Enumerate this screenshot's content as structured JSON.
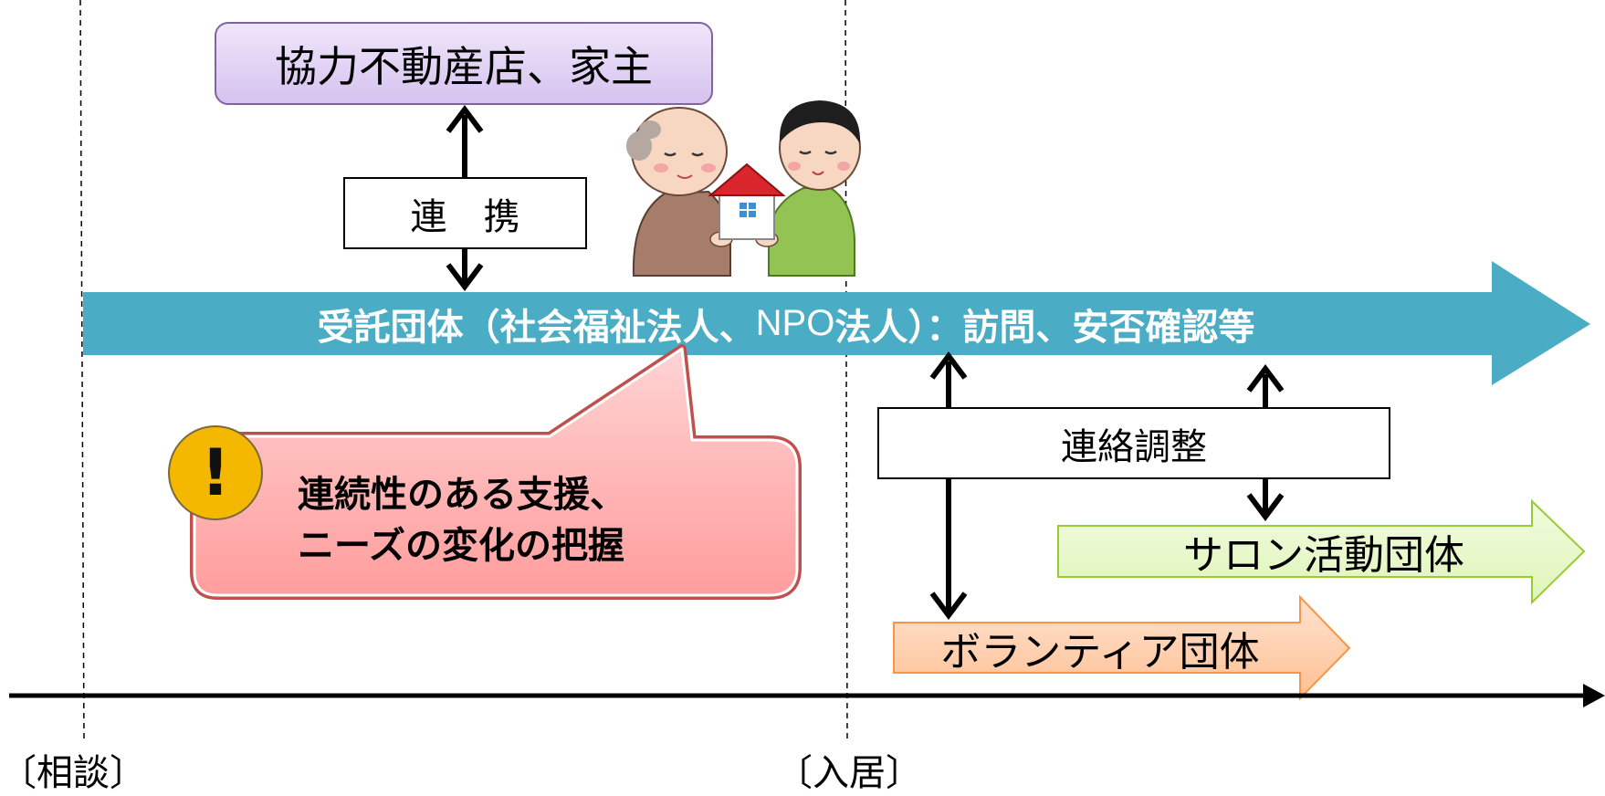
{
  "partners_box": {
    "label": "協力不動産店、家主"
  },
  "cooperation_box": {
    "label": "連　携"
  },
  "main_band": {
    "label_a": "受託団体（社会福祉法人、",
    "label_npo": "NPO",
    "label_b": "法人）：訪問、安否確認等",
    "color": "#4bacc6"
  },
  "coordination_box": {
    "label": "連絡調整"
  },
  "callout": {
    "icon_symbol": "!",
    "line1": "連続性のある支援、",
    "line2": "ニーズの変化の把握",
    "color": "#c0504d"
  },
  "salon_arrow": {
    "label": "サロン活動団体",
    "color": "#99cc33"
  },
  "volunteer_arrow": {
    "label": "ボランティア団体",
    "color": "#f79646"
  },
  "timeline": {
    "start_label": "〔相談〕",
    "move_in_label": "〔入居〕"
  },
  "illustration": {
    "name": "handing-over-house"
  }
}
